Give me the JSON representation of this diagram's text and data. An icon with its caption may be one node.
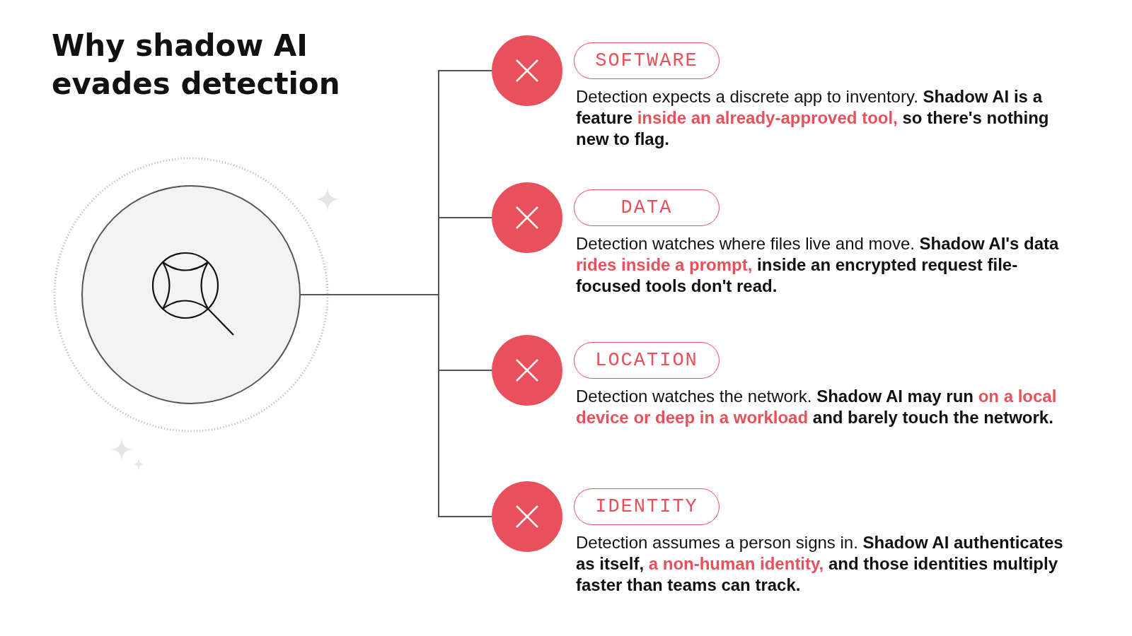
{
  "diagram": {
    "title": "Why shadow AI evades detection",
    "nodes": [
      {
        "text": [],
        "shape": "circle"
      },
      {
        "text": [],
        "shape": "circle"
      },
      {
        "text": [
          "SOFTWARE"
        ],
        "beside": [
          "Detection expects a discrete app to inventory. **Shadow AI is a feature** *inside an already-approved tool,* **so there's nothing new to flag.**"
        ]
      },
      {
        "text": [],
        "shape": "circle"
      },
      {
        "text": [
          "DATA"
        ],
        "beside": [
          "Detection watches where files live and move. **Shadow AI's data** *rides inside a prompt,* **inside an encrypted request file-focused tools don't read.**"
        ]
      },
      {
        "text": [],
        "shape": "circle"
      },
      {
        "text": [
          "LOCATION"
        ],
        "beside": [
          "Detection watches the network. **Shadow AI may run** *on a local device or deep in a workload* **and barely touch the network.**"
        ]
      },
      {
        "text": [],
        "shape": "circle"
      },
      {
        "text": [
          "IDENTITY"
        ],
        "beside": [
          "Detection assumes a person signs in. **Shadow AI authenticates as itself,** *a non-human identity,* **and those identities multiply faster than teams can track.**"
        ]
      }
    ],
    "edges": [
      {
        "from": 0,
        "to": 1,
        "arrow": "none"
      },
      {
        "from": 0,
        "to": 3,
        "arrow": "none"
      },
      {
        "from": 0,
        "to": 5,
        "arrow": "none"
      },
      {
        "from": 0,
        "to": 7,
        "arrow": "none"
      }
    ]
  }
}
